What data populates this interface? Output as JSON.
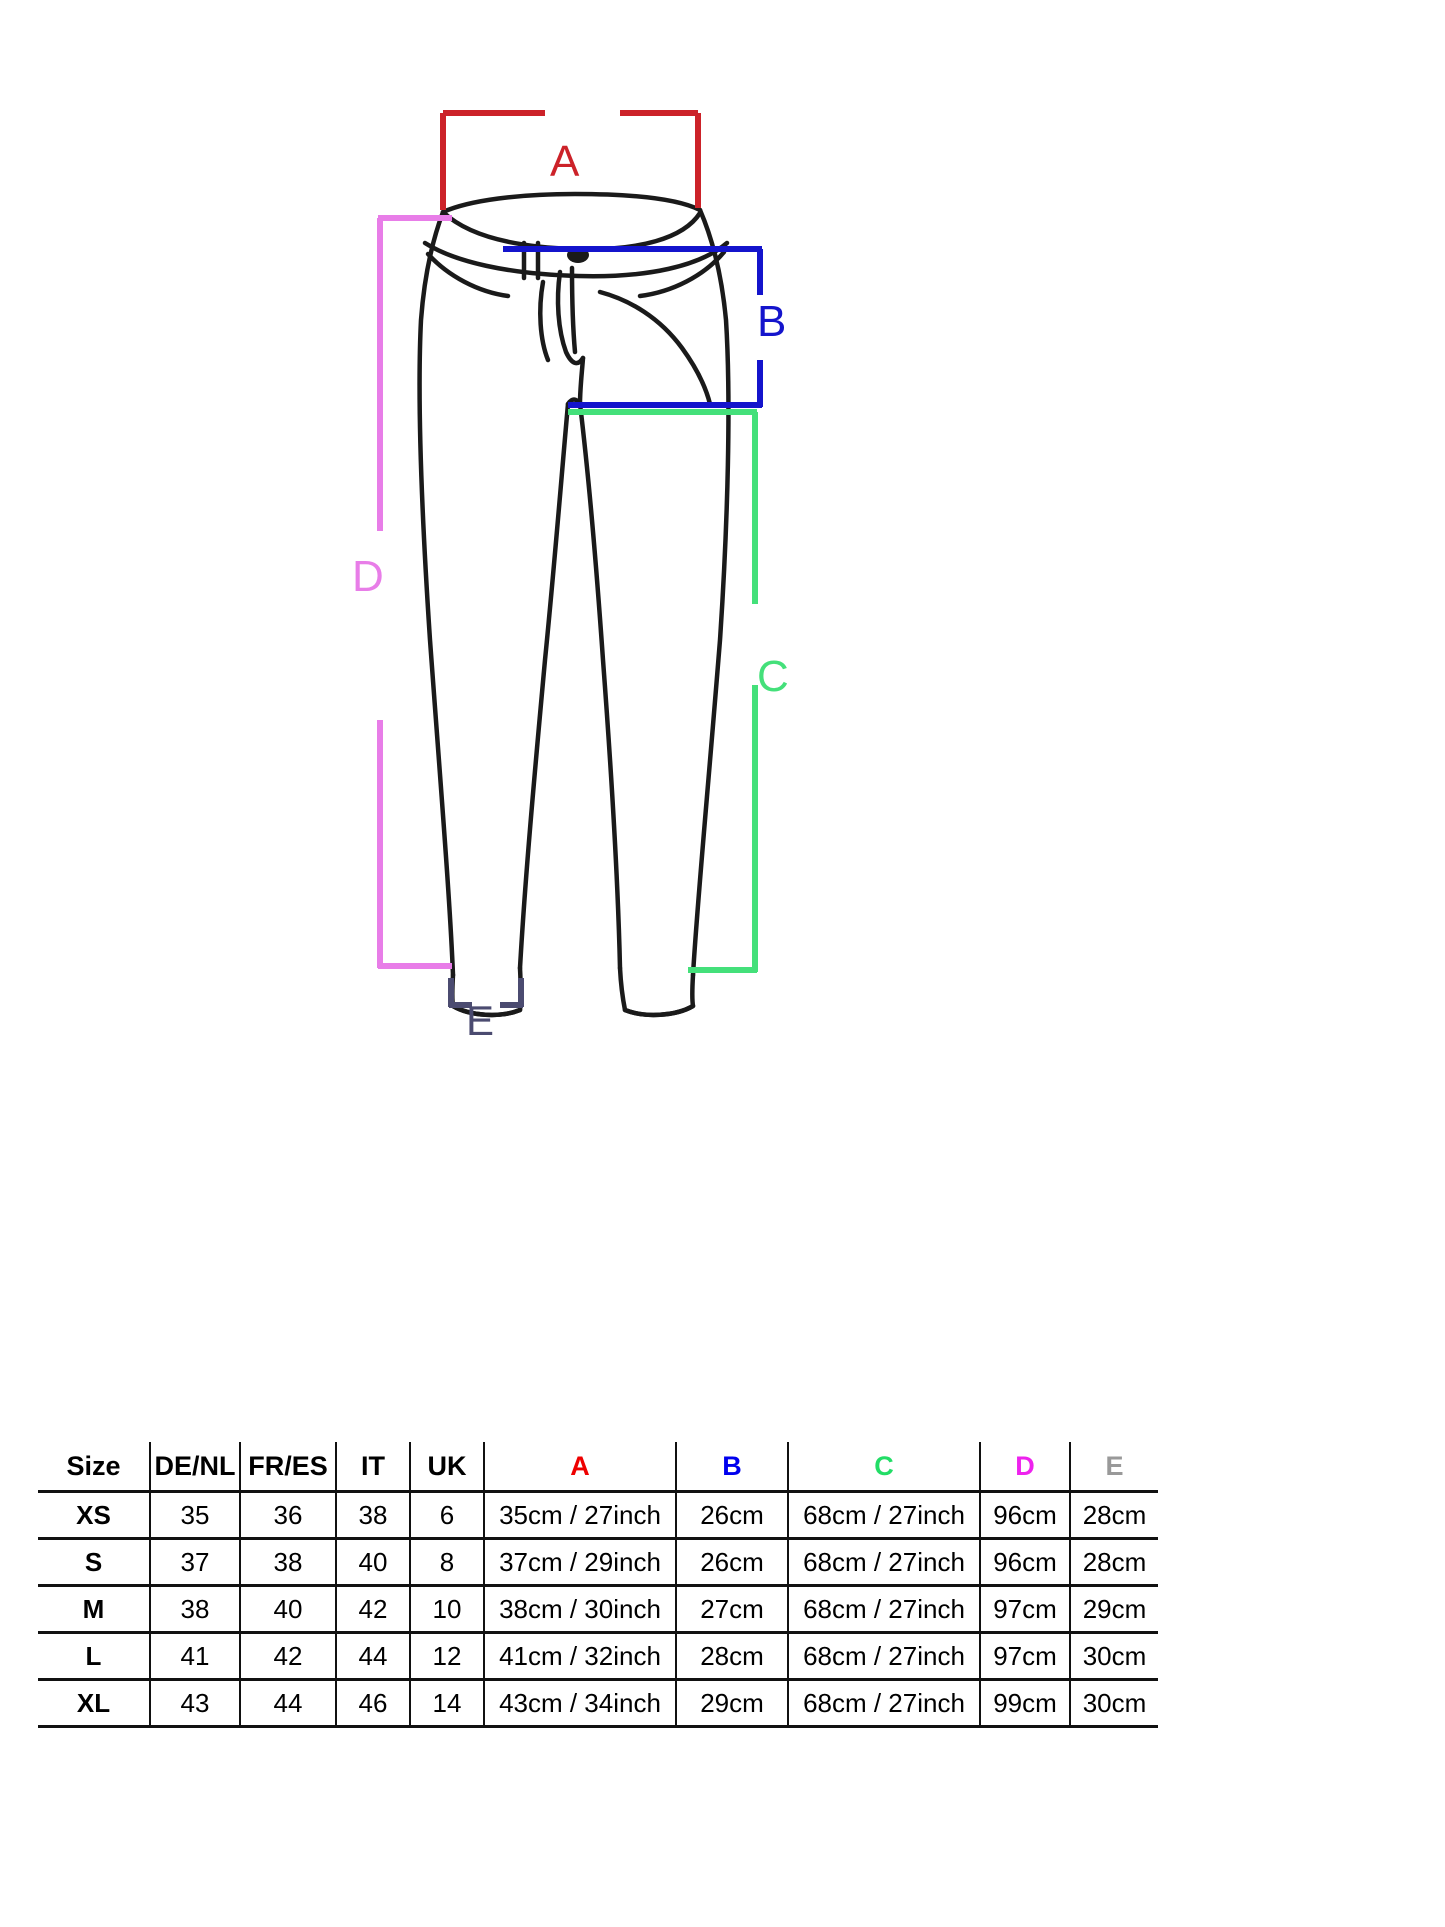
{
  "diagram": {
    "alt": "technical line drawing of jeans with measurement brackets",
    "labels": {
      "A": "A",
      "B": "B",
      "C": "C",
      "D": "D",
      "E": "E"
    },
    "colors": {
      "A": "#cc2229",
      "B": "#1414cc",
      "C": "#44e07a",
      "D": "#e87de8",
      "E": "#4b4b70",
      "garment_outline": "#1a1a1a"
    }
  },
  "table": {
    "headers": [
      {
        "label": "Size",
        "color": "#000000"
      },
      {
        "label": "DE/NL",
        "color": "#000000"
      },
      {
        "label": "FR/ES",
        "color": "#000000"
      },
      {
        "label": "IT",
        "color": "#000000"
      },
      {
        "label": "UK",
        "color": "#000000"
      },
      {
        "label": "A",
        "color": "#ee0000"
      },
      {
        "label": "B",
        "color": "#0000ee"
      },
      {
        "label": "C",
        "color": "#22dd66"
      },
      {
        "label": "D",
        "color": "#ee22ee"
      },
      {
        "label": "E",
        "color": "#999999"
      }
    ],
    "rows": [
      {
        "size": "XS",
        "de_nl": "35",
        "fr_es": "36",
        "it": "38",
        "uk": "6",
        "a": "35cm / 27inch",
        "b": "26cm",
        "c": "68cm / 27inch",
        "d": "96cm",
        "e": "28cm"
      },
      {
        "size": "S",
        "de_nl": "37",
        "fr_es": "38",
        "it": "40",
        "uk": "8",
        "a": "37cm / 29inch",
        "b": "26cm",
        "c": "68cm / 27inch",
        "d": "96cm",
        "e": "28cm"
      },
      {
        "size": "M",
        "de_nl": "38",
        "fr_es": "40",
        "it": "42",
        "uk": "10",
        "a": "38cm / 30inch",
        "b": "27cm",
        "c": "68cm / 27inch",
        "d": "97cm",
        "e": "29cm"
      },
      {
        "size": "L",
        "de_nl": "41",
        "fr_es": "42",
        "it": "44",
        "uk": "12",
        "a": "41cm / 32inch",
        "b": "28cm",
        "c": "68cm / 27inch",
        "d": "97cm",
        "e": "30cm"
      },
      {
        "size": "XL",
        "de_nl": "43",
        "fr_es": "44",
        "it": "46",
        "uk": "14",
        "a": "43cm / 34inch",
        "b": "29cm",
        "c": "68cm / 27inch",
        "d": "99cm",
        "e": "30cm"
      }
    ]
  }
}
